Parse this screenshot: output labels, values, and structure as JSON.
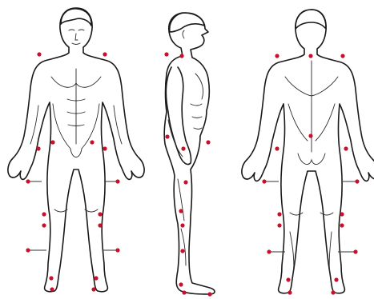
{
  "figure": {
    "views": [
      "front",
      "side",
      "back"
    ],
    "marker_color": "#c8102e",
    "line_color": "#1a1a1a",
    "background": "#ffffff"
  },
  "markers": {
    "front": 18,
    "side": 12,
    "back": 18
  }
}
